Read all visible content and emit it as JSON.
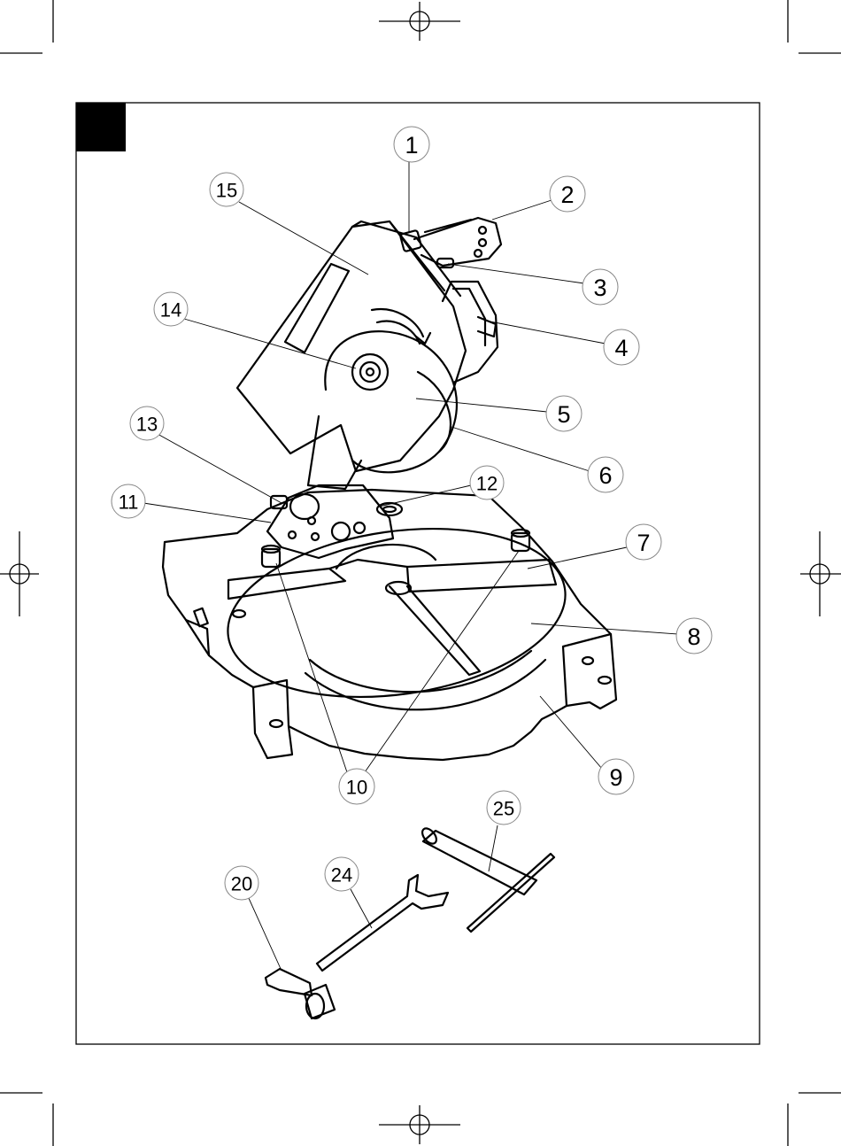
{
  "colors": {
    "ink": "#000000",
    "bubble_border": "#888888",
    "background": "#ffffff"
  },
  "callouts": [
    {
      "id": "c1",
      "label": "1"
    },
    {
      "id": "c2",
      "label": "2"
    },
    {
      "id": "c3",
      "label": "3"
    },
    {
      "id": "c4",
      "label": "4"
    },
    {
      "id": "c5",
      "label": "5"
    },
    {
      "id": "c6",
      "label": "6"
    },
    {
      "id": "c7",
      "label": "7"
    },
    {
      "id": "c8",
      "label": "8"
    },
    {
      "id": "c9",
      "label": "9"
    },
    {
      "id": "c10",
      "label": "10"
    },
    {
      "id": "c11",
      "label": "11"
    },
    {
      "id": "c12",
      "label": "12"
    },
    {
      "id": "c13",
      "label": "13"
    },
    {
      "id": "c14",
      "label": "14"
    },
    {
      "id": "c15",
      "label": "15"
    },
    {
      "id": "c20",
      "label": "20"
    },
    {
      "id": "c24",
      "label": "24"
    },
    {
      "id": "c25",
      "label": "25"
    }
  ]
}
